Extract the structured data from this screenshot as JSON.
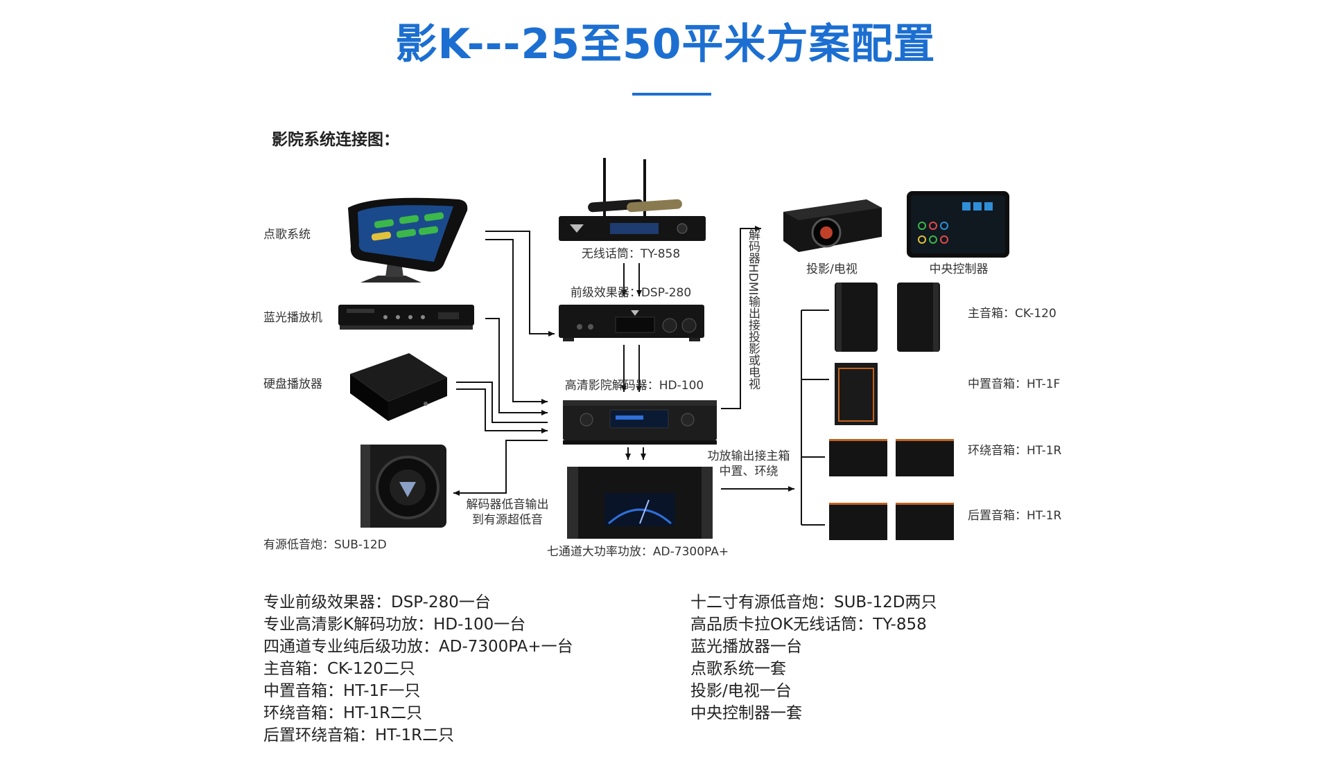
{
  "title": "影K---25至50平米方案配置",
  "section_title": "影院系统连接图：",
  "devices": {
    "jukebox": "点歌系统",
    "bluray": "蓝光播放机",
    "hdd_player": "硬盘播放器",
    "subwoofer": "有源低音炮：SUB-12D",
    "wireless_mic": "无线话筒：TY-858",
    "preamp": "前级效果器：DSP-280",
    "decoder": "高清影院解码器：HD-100",
    "amplifier": "七通道大功率功放：AD-7300PA+",
    "projector": "投影/电视",
    "controller": "中央控制器",
    "main_speaker": "主音箱：CK-120",
    "center_speaker": "中置音箱：HT-1F",
    "surround_speaker": "环绕音箱：HT-1R",
    "rear_speaker": "后置音箱：HT-1R"
  },
  "annotations": {
    "hdmi_out": "解码器HDMI输出接投影或电视",
    "sub_out_line1": "解码器低音输出",
    "sub_out_line2": "到有源超低音",
    "amp_out_line1": "功放输出接主箱",
    "amp_out_line2": "中置、环绕"
  },
  "config_left": [
    "专业前级效果器：DSP-280一台",
    "专业高清影K解码功放：HD-100一台",
    "四通道专业纯后级功放：AD-7300PA+一台",
    "主音箱：CK-120二只",
    "中置音箱：HT-1F一只",
    "环绕音箱：HT-1R二只",
    "后置环绕音箱：HT-1R二只"
  ],
  "config_right": [
    "十二寸有源低音炮：SUB-12D两只",
    "高品质卡拉OK无线话筒：TY-858",
    "蓝光播放器一台",
    "点歌系统一套",
    "投影/电视一台",
    "中央控制器一套"
  ],
  "colors": {
    "accent": "#1c6fd1",
    "device_dark": "#141414",
    "speaker_trim": "#c0621e",
    "vu_blue": "#2f6fd8"
  }
}
